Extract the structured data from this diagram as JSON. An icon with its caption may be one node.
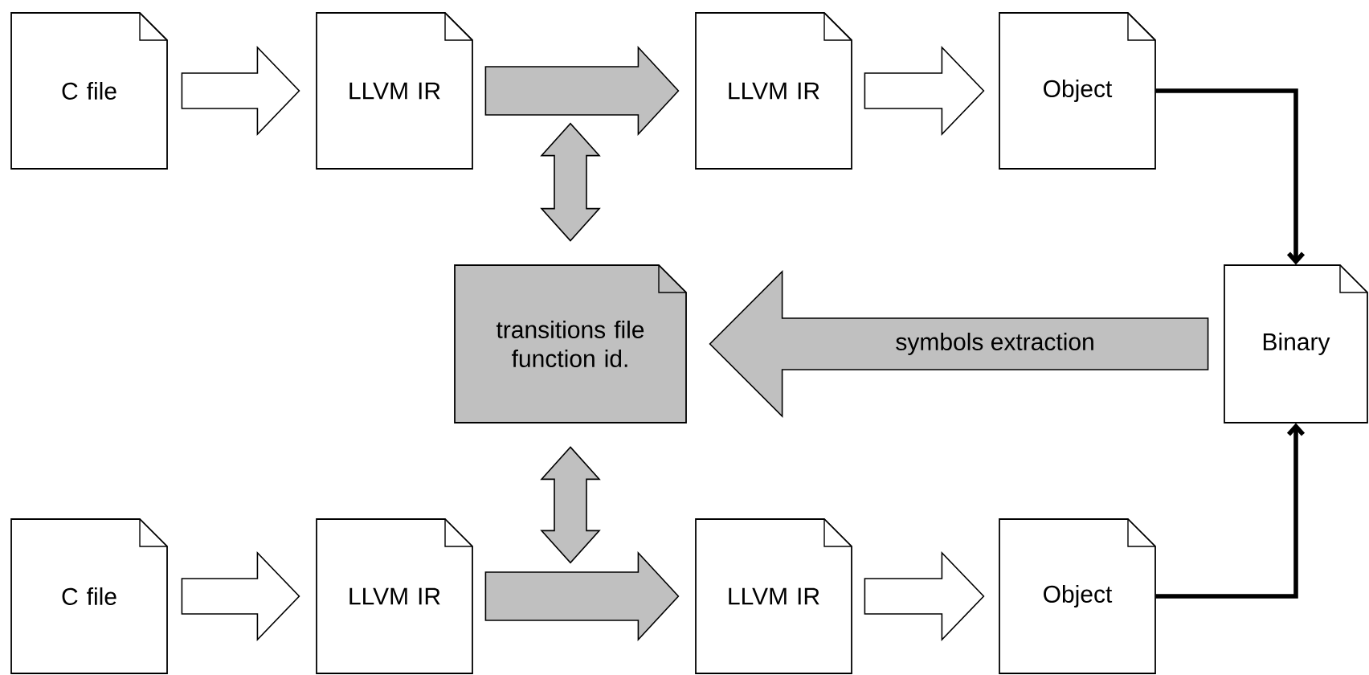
{
  "diagram": {
    "nodes": [
      {
        "text": [
          "C file"
        ]
      },
      {
        "text": [
          "LLVM IR"
        ]
      },
      {
        "text": [
          "LLVM IR"
        ]
      },
      {
        "text": [
          "Object"
        ]
      },
      {
        "text": [
          "transitions file function id."
        ]
      },
      {
        "text": [
          "Binary"
        ]
      },
      {
        "text": [
          "C file"
        ]
      },
      {
        "text": [
          "LLVM IR"
        ]
      },
      {
        "text": [
          "LLVM IR"
        ]
      },
      {
        "text": [
          "Object"
        ]
      }
    ],
    "edges": [
      {
        "from": 0,
        "to": 1,
        "arrow": "to"
      },
      {
        "from": 1,
        "to": 2,
        "arrow": "to",
        "color": "#c0c0c0"
      },
      {
        "from": 2,
        "to": 3,
        "arrow": "to"
      },
      {
        "from": 3,
        "to": 5,
        "arrow": "to"
      },
      {
        "from": 5,
        "to": 4,
        "arrow": "to",
        "color": "#c0c0c0",
        "label": "symbols extraction"
      },
      {
        "from": 4,
        "to": null,
        "arrow": "both",
        "color": "#c0c0c0"
      },
      {
        "from": 4,
        "to": null,
        "arrow": "both",
        "color": "#c0c0c0"
      },
      {
        "from": 6,
        "to": 7,
        "arrow": "to"
      },
      {
        "from": 7,
        "to": 8,
        "arrow": "to",
        "color": "#c0c0c0"
      },
      {
        "from": 8,
        "to": 9,
        "arrow": "to"
      },
      {
        "from": 9,
        "to": 5,
        "arrow": "to"
      }
    ]
  }
}
